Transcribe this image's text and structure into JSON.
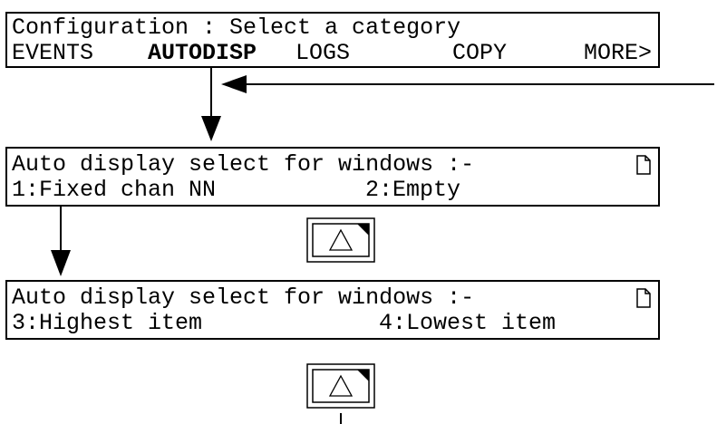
{
  "config_panel": {
    "title": "Configuration : Select a category",
    "menu": [
      {
        "label": "EVENTS",
        "active": false
      },
      {
        "label": "AUTODISP",
        "active": true
      },
      {
        "label": "LOGS",
        "active": false
      },
      {
        "label": "COPY",
        "active": false
      },
      {
        "label": "MORE>",
        "active": false
      }
    ]
  },
  "autodisp_panel_1": {
    "title": "Auto display select for windows :-",
    "option_1": "1:Fixed chan NN",
    "option_2": "2:Empty",
    "icon": "page-icon"
  },
  "autodisp_panel_2": {
    "title": "Auto display select for windows :-",
    "option_3": "3:Highest item",
    "option_4": "4:Lowest item",
    "icon": "page-icon"
  },
  "scroll_key_icon": "up-triangle-page-key-icon"
}
